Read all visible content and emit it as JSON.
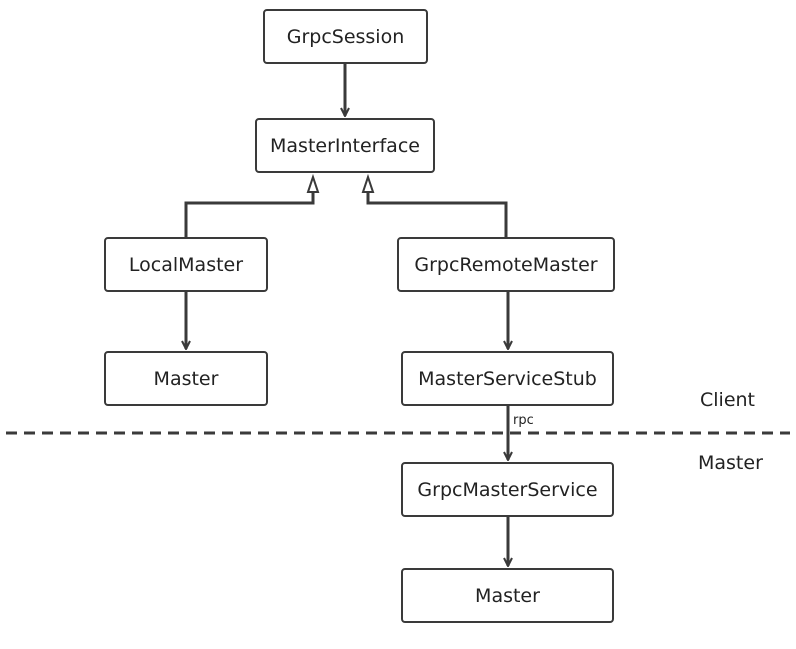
{
  "nodes": {
    "grpc_session": "GrpcSession",
    "master_interface": "MasterInterface",
    "local_master": "LocalMaster",
    "grpc_remote_master": "GrpcRemoteMaster",
    "master_left": "Master",
    "master_service_stub": "MasterServiceStub",
    "grpc_master_service": "GrpcMasterService",
    "master_bottom": "Master"
  },
  "regions": {
    "client": "Client",
    "master": "Master"
  },
  "edges": {
    "rpc_label": "rpc"
  },
  "colors": {
    "line": "#3a3a3a",
    "text": "#222222",
    "background": "#ffffff"
  }
}
